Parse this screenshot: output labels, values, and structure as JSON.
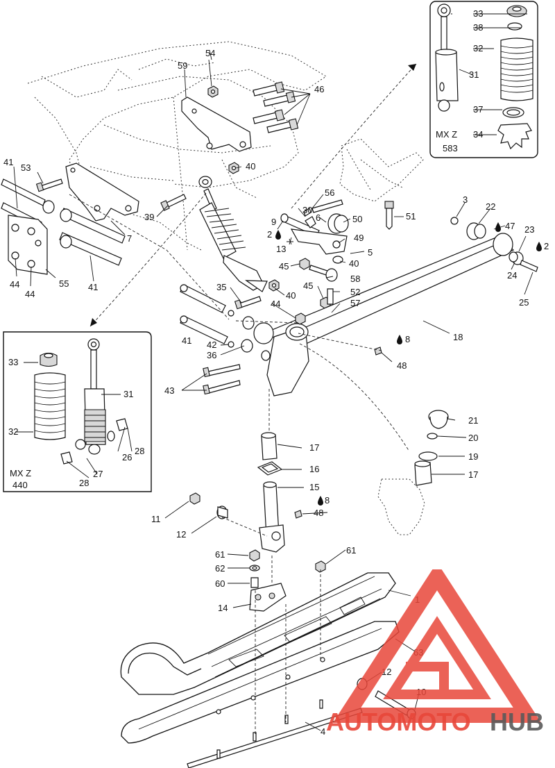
{
  "callouts": [
    "1",
    "2",
    "3",
    "4",
    "5",
    "6",
    "7",
    "8",
    "9",
    "10",
    "11",
    "12",
    "13",
    "14",
    "15",
    "16",
    "17",
    "18",
    "19",
    "20",
    "21",
    "22",
    "23",
    "24",
    "25",
    "26",
    "27",
    "28",
    "30",
    "31",
    "32",
    "33",
    "34",
    "35",
    "36",
    "37",
    "38",
    "39",
    "40",
    "41",
    "42",
    "43",
    "44",
    "45",
    "46",
    "47",
    "48",
    "49",
    "50",
    "51",
    "52",
    "53",
    "54",
    "55",
    "56",
    "57",
    "58",
    "59",
    "60",
    "61",
    "62",
    "63"
  ],
  "inset_top_right": {
    "model": "MX Z",
    "engine": "583"
  },
  "inset_left": {
    "model": "MX Z",
    "engine": "440"
  },
  "watermark": {
    "brand_a": "AUTOMOTO",
    "brand_b": "HUB"
  },
  "colors": {
    "watermark_red": "#e8473a",
    "watermark_gray": "#5a5a5a",
    "line": "#111111"
  }
}
